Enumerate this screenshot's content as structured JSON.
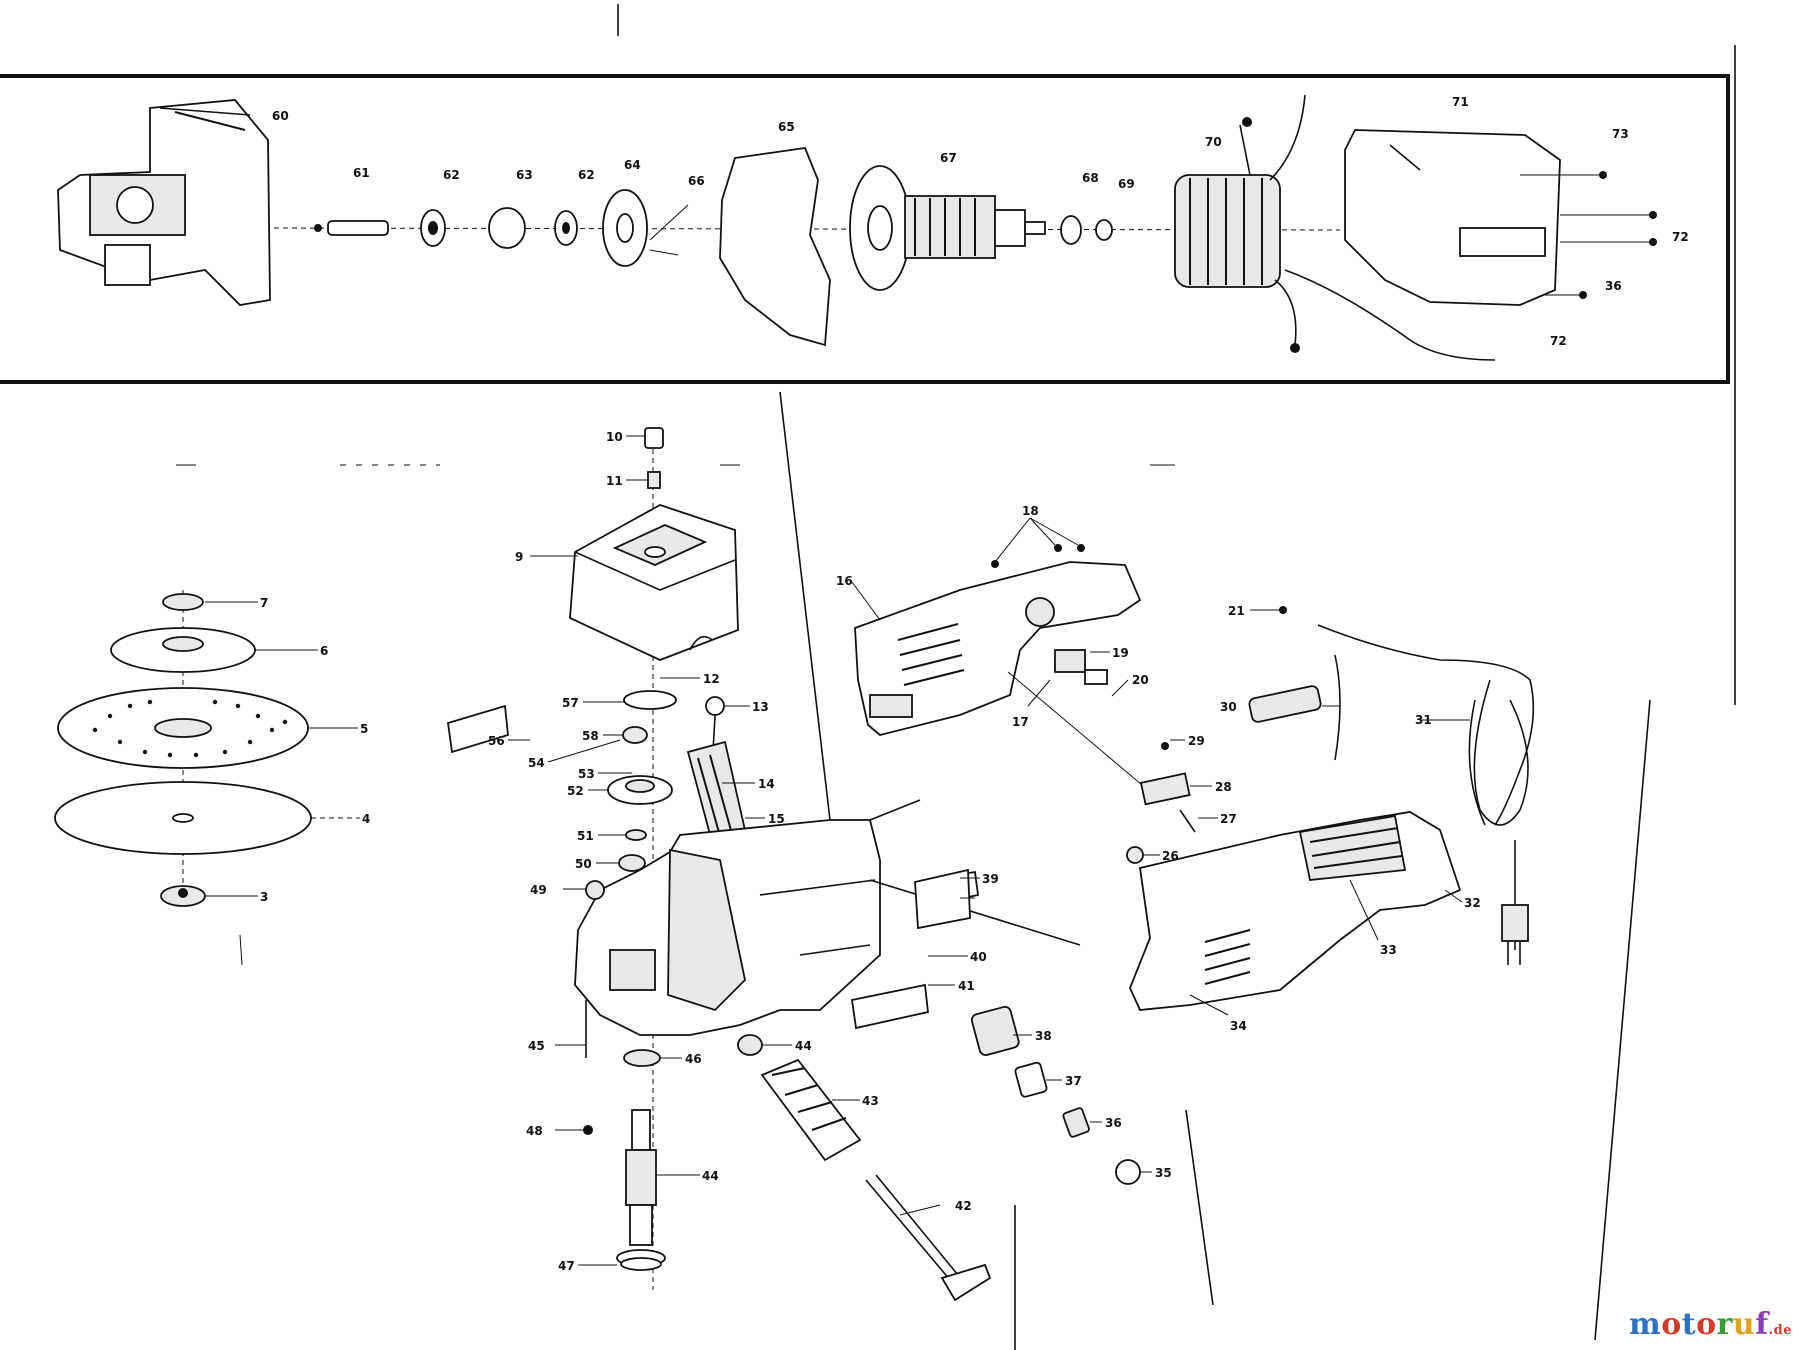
{
  "watermark": {
    "text": "motoruf",
    "tld": ".de"
  },
  "panel_labels": [
    {
      "id": "p60",
      "text": "60"
    },
    {
      "id": "p61",
      "text": "61"
    },
    {
      "id": "p62a",
      "text": "62"
    },
    {
      "id": "p63",
      "text": "63"
    },
    {
      "id": "p62b",
      "text": "62"
    },
    {
      "id": "p64",
      "text": "64"
    },
    {
      "id": "p65",
      "text": "65"
    },
    {
      "id": "p66",
      "text": "66"
    },
    {
      "id": "p67",
      "text": "67"
    },
    {
      "id": "p68",
      "text": "68"
    },
    {
      "id": "p69",
      "text": "69"
    },
    {
      "id": "p70",
      "text": "70"
    },
    {
      "id": "p71",
      "text": "71"
    },
    {
      "id": "p73",
      "text": "73"
    },
    {
      "id": "p72a",
      "text": "72"
    },
    {
      "id": "p36",
      "text": "36"
    },
    {
      "id": "p72b",
      "text": "72"
    }
  ],
  "disc_labels": [
    {
      "id": "d7",
      "text": "7"
    },
    {
      "id": "d6",
      "text": "6"
    },
    {
      "id": "d5",
      "text": "5"
    },
    {
      "id": "d4",
      "text": "4"
    },
    {
      "id": "d3",
      "text": "3"
    }
  ],
  "center_labels": [
    {
      "id": "c10",
      "text": "10"
    },
    {
      "id": "c11",
      "text": "11"
    },
    {
      "id": "c9",
      "text": "9"
    },
    {
      "id": "c12",
      "text": "12"
    },
    {
      "id": "c57",
      "text": "57"
    },
    {
      "id": "c58",
      "text": "58"
    },
    {
      "id": "c56",
      "text": "56"
    },
    {
      "id": "c54",
      "text": "54"
    },
    {
      "id": "c53",
      "text": "53"
    },
    {
      "id": "c52",
      "text": "52"
    },
    {
      "id": "c51",
      "text": "51"
    },
    {
      "id": "c50",
      "text": "50"
    },
    {
      "id": "c13",
      "text": "13"
    },
    {
      "id": "c14",
      "text": "14"
    },
    {
      "id": "c15",
      "text": "15"
    },
    {
      "id": "c49",
      "text": "49"
    },
    {
      "id": "c40",
      "text": "40"
    },
    {
      "id": "c45",
      "text": "45"
    },
    {
      "id": "c46",
      "text": "46"
    },
    {
      "id": "c48",
      "text": "48"
    },
    {
      "id": "c44a",
      "text": "44"
    },
    {
      "id": "c44b",
      "text": "44"
    },
    {
      "id": "c47",
      "text": "47"
    },
    {
      "id": "c43",
      "text": "43"
    },
    {
      "id": "c42",
      "text": "42"
    },
    {
      "id": "c41",
      "text": "41"
    },
    {
      "id": "c39",
      "text": "39"
    },
    {
      "id": "c38",
      "text": "38"
    },
    {
      "id": "c37",
      "text": "37"
    },
    {
      "id": "c36",
      "text": "36"
    },
    {
      "id": "c35",
      "text": "35"
    }
  ],
  "right_labels": [
    {
      "id": "r18",
      "text": "18"
    },
    {
      "id": "r16",
      "text": "16"
    },
    {
      "id": "r17",
      "text": "17"
    },
    {
      "id": "r19",
      "text": "19"
    },
    {
      "id": "r20",
      "text": "20"
    },
    {
      "id": "r21",
      "text": "21"
    },
    {
      "id": "r30",
      "text": "30"
    },
    {
      "id": "r31",
      "text": "31"
    },
    {
      "id": "r29",
      "text": "29"
    },
    {
      "id": "r28",
      "text": "28"
    },
    {
      "id": "r27",
      "text": "27"
    },
    {
      "id": "r26",
      "text": "26"
    },
    {
      "id": "r32",
      "text": "32"
    },
    {
      "id": "r33",
      "text": "33"
    },
    {
      "id": "r34",
      "text": "34"
    }
  ]
}
